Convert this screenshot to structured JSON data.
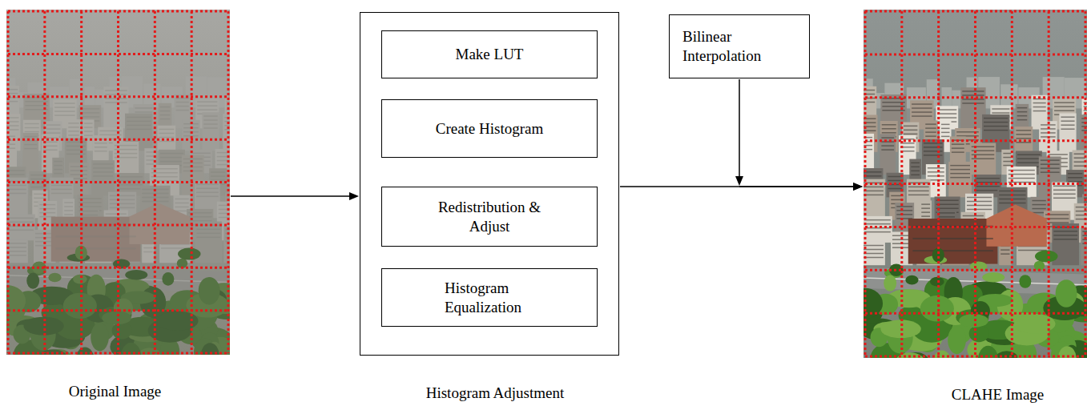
{
  "diagram": {
    "nodes": [
      {
        "text": [
          "Original Image"
        ]
      },
      {
        "text": [
          "Histogram Adjustment"
        ]
      },
      {
        "text": [
          "Make LUT"
        ],
        "in": 1
      },
      {
        "text": [
          "Create Histogram"
        ],
        "in": 1
      },
      {
        "text": [
          "Redistribution & Adjust"
        ],
        "in": 1
      },
      {
        "text": [
          "Histogram Equalization"
        ],
        "in": 1
      },
      {
        "text": [
          "Bilinear Interpolation"
        ]
      },
      {
        "text": [
          "CLAHE Image"
        ]
      }
    ],
    "edges": [
      {
        "from": 0,
        "to": 1,
        "arrow": "to"
      },
      {
        "from": 1,
        "to": 7,
        "arrow": "to"
      },
      {
        "from": 6,
        "to": 7,
        "arrow": "to"
      }
    ]
  }
}
